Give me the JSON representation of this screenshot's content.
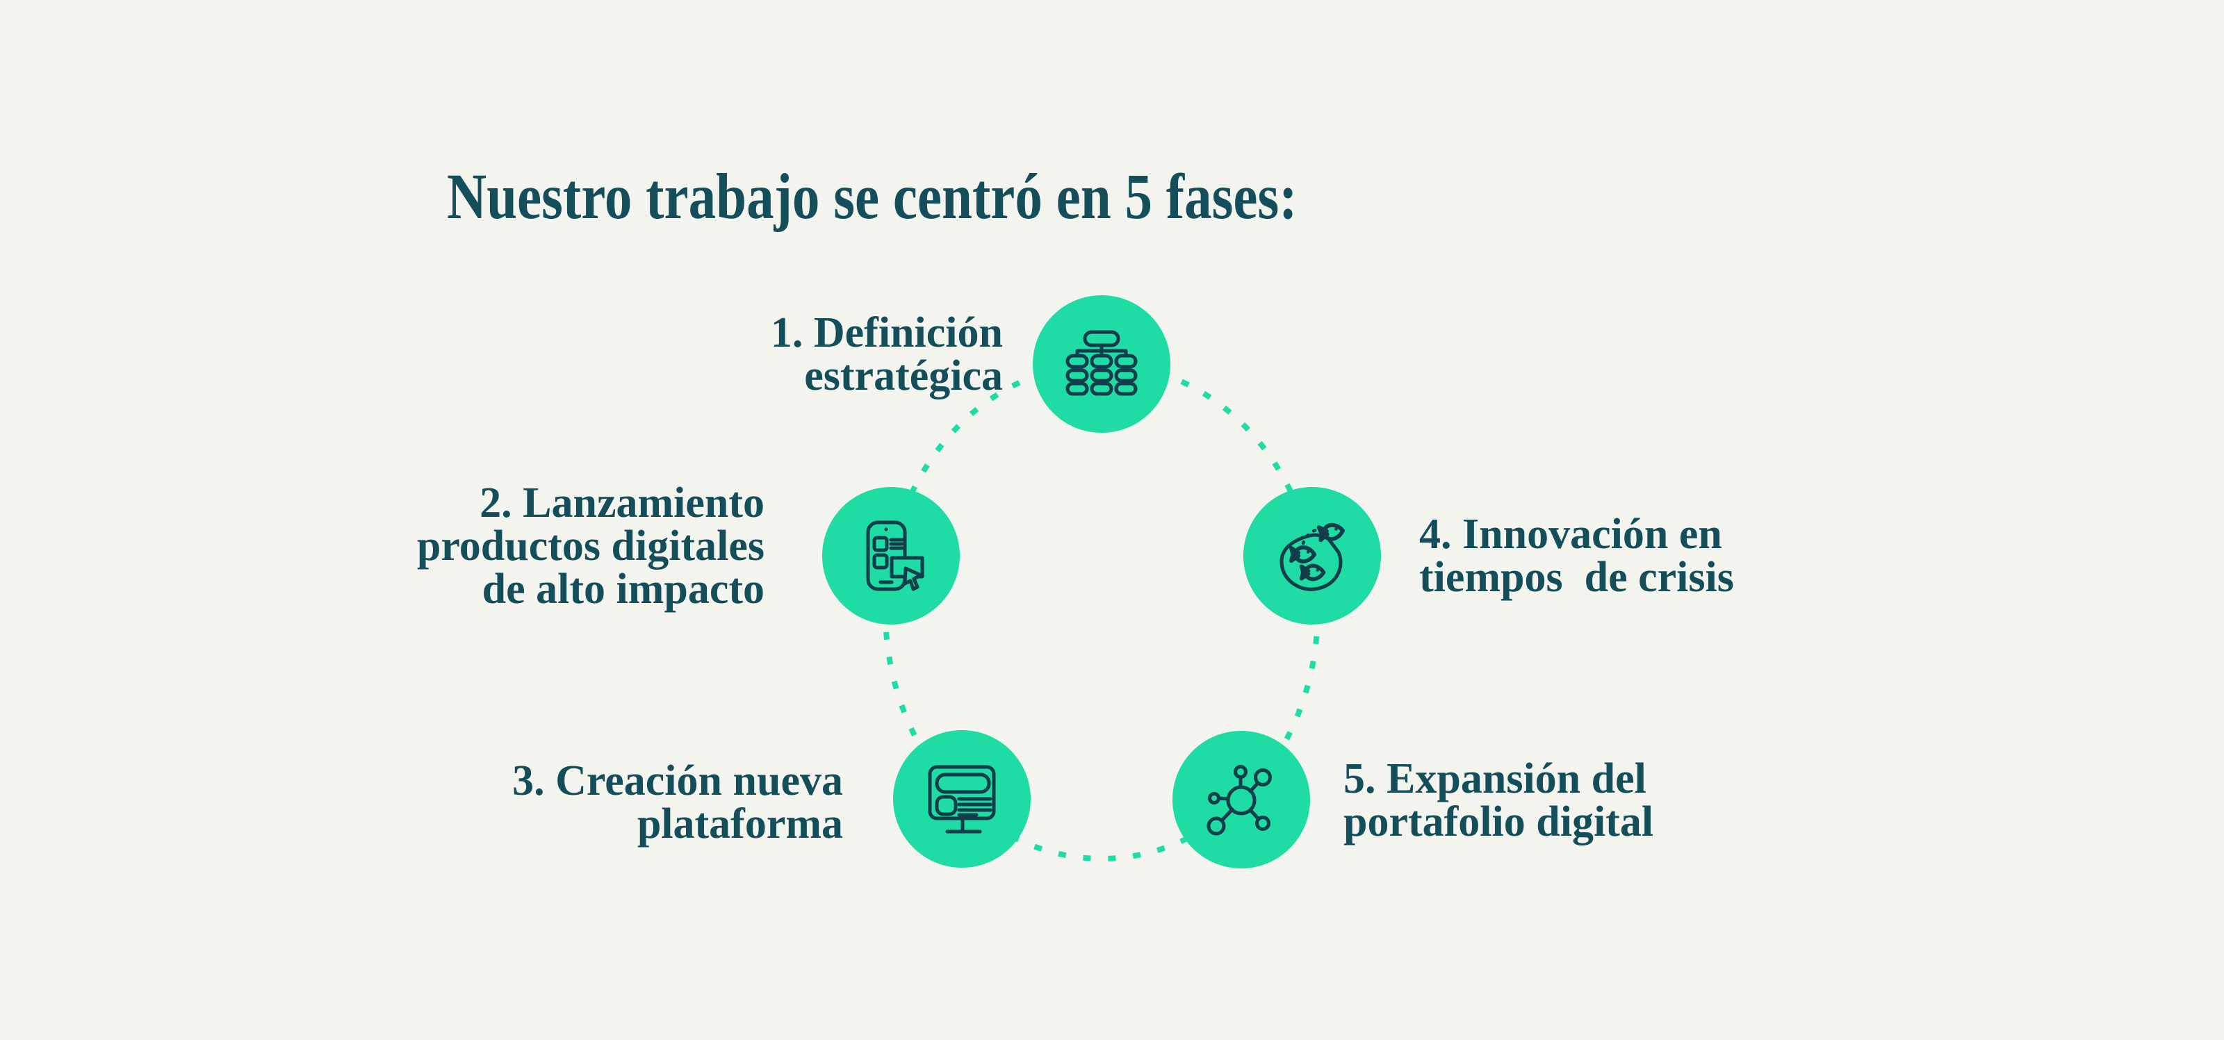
{
  "title": "Nuestro trabajo se centró en 5 fases:",
  "colors": {
    "background": "#F3F4EE",
    "accent_green": "#1EDCA4",
    "text_teal": "#134E5A",
    "icon_stroke": "#123E4C"
  },
  "phases": [
    {
      "number": "1",
      "label": "1. Definición\nestratégica",
      "icon": "org-chart-icon"
    },
    {
      "number": "2",
      "label": "2. Lanzamiento\nproductos digitales\nde alto impacto",
      "icon": "mobile-app-cursor-icon"
    },
    {
      "number": "3",
      "label": "3. Creación nueva\nplataforma",
      "icon": "platform-monitor-icon"
    },
    {
      "number": "4",
      "label": "4. Innovación en\ntiempos  de crisis",
      "icon": "fishbowl-fish-icon"
    },
    {
      "number": "5",
      "label": "5. Expansión del\nportafolio digital",
      "icon": "network-nodes-icon"
    }
  ]
}
